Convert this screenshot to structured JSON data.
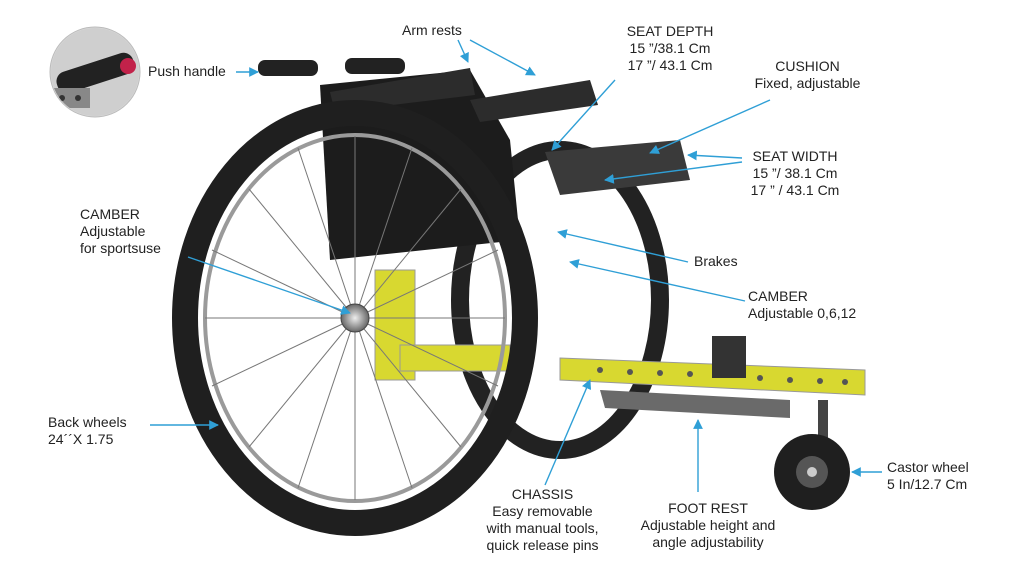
{
  "colors": {
    "leader": "#2f9fd6",
    "chassis": "#d8d830",
    "tire": "#1f1f1f",
    "text": "#222222"
  },
  "labels": {
    "push_handle": {
      "lines": [
        "Push handle"
      ]
    },
    "arm_rests": {
      "lines": [
        "Arm rests"
      ]
    },
    "seat_depth": {
      "lines": [
        "SEAT DEPTH",
        "15 ”/38.1 Cm",
        "17 ”/ 43.1 Cm"
      ]
    },
    "cushion": {
      "lines": [
        "CUSHION",
        "Fixed, adjustable"
      ]
    },
    "seat_width": {
      "lines": [
        "SEAT WIDTH",
        "15 ”/ 38.1 Cm",
        "17 ” / 43.1 Cm"
      ]
    },
    "camber_sport": {
      "lines": [
        "CAMBER",
        "Adjustable",
        "for sportsuse"
      ]
    },
    "brakes": {
      "lines": [
        "Brakes"
      ]
    },
    "camber_adjustable": {
      "lines": [
        "CAMBER",
        "Adjustable 0,6,12"
      ]
    },
    "back_wheels": {
      "lines": [
        "Back wheels",
        "24´´X 1.75"
      ]
    },
    "castor_wheel": {
      "lines": [
        "Castor wheel",
        "5 In/12.7 Cm"
      ]
    },
    "chassis": {
      "lines": [
        "CHASSIS",
        "Easy removable",
        "with manual tools,",
        "quick release pins"
      ]
    },
    "foot_rest": {
      "lines": [
        "FOOT REST",
        "Adjustable height and",
        "angle adjustability"
      ]
    }
  }
}
